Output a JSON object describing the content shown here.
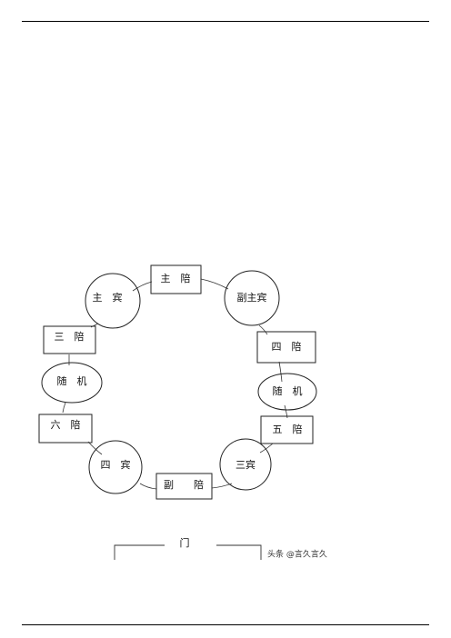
{
  "diagram": {
    "seats": {
      "host_companion": "主　陪",
      "vice_host_guest": "副主宾",
      "fourth_companion": "四　陪",
      "attendant_right": "随　机",
      "fifth_companion": "五　陪",
      "third_guest": "三宾",
      "vice_companion": "副　　陪",
      "fourth_guest": "四　宾",
      "sixth_companion": "六　陪",
      "attendant_left": "随　机",
      "third_companion": "三　陪",
      "main_guest": "主　宾"
    },
    "door_label": "门",
    "watermark": "头条 @言久言久"
  }
}
